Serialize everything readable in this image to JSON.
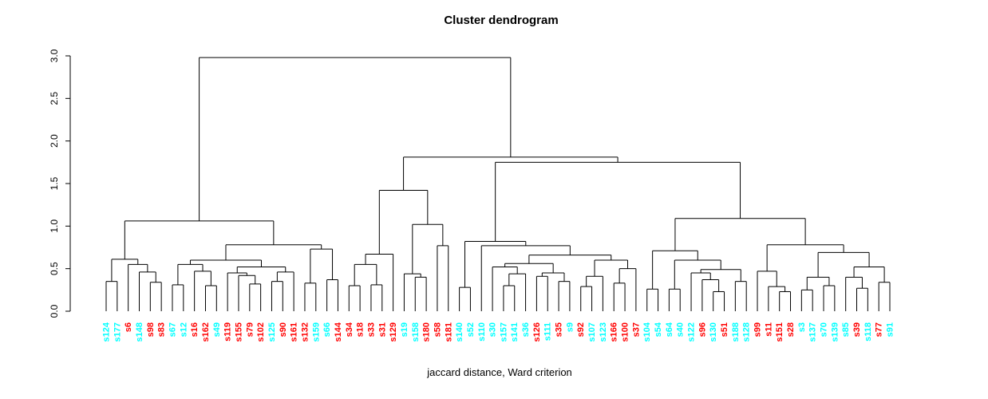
{
  "title": "Cluster dendrogram",
  "xlabel": "jaccard distance, Ward criterion",
  "palette": {
    "red": "#FF0000",
    "cyan": "#00FFFF",
    "line": "#000000",
    "background": "#FFFFFF"
  },
  "chart_data": {
    "type": "dendrogram",
    "title": "Cluster dendrogram",
    "xlabel": "jaccard distance, Ward criterion",
    "y_axis": {
      "min": 0,
      "max": 3,
      "tick_values": [
        0.0,
        0.5,
        1.0,
        1.5,
        2.0,
        2.5,
        3.0
      ],
      "tick_labels": [
        "0.0",
        "0.5",
        "1.0",
        "1.5",
        "2.0",
        "2.5",
        "3.0"
      ],
      "label_rotation_deg": 90
    },
    "root_height": 2.98,
    "leaves": [
      {
        "label": "s124",
        "color": "cyan"
      },
      {
        "label": "s177",
        "color": "cyan"
      },
      {
        "label": "s6",
        "color": "red"
      },
      {
        "label": "s148",
        "color": "cyan"
      },
      {
        "label": "s98",
        "color": "red"
      },
      {
        "label": "s83",
        "color": "red"
      },
      {
        "label": "s67",
        "color": "cyan"
      },
      {
        "label": "s12",
        "color": "cyan"
      },
      {
        "label": "s16",
        "color": "red"
      },
      {
        "label": "s162",
        "color": "red"
      },
      {
        "label": "s49",
        "color": "cyan"
      },
      {
        "label": "s119",
        "color": "red"
      },
      {
        "label": "s155",
        "color": "red"
      },
      {
        "label": "s79",
        "color": "red"
      },
      {
        "label": "s102",
        "color": "red"
      },
      {
        "label": "s125",
        "color": "cyan"
      },
      {
        "label": "s90",
        "color": "red"
      },
      {
        "label": "s161",
        "color": "red"
      },
      {
        "label": "s132",
        "color": "red"
      },
      {
        "label": "s159",
        "color": "cyan"
      },
      {
        "label": "s66",
        "color": "cyan"
      },
      {
        "label": "s144",
        "color": "red"
      },
      {
        "label": "s34",
        "color": "red"
      },
      {
        "label": "s18",
        "color": "red"
      },
      {
        "label": "s33",
        "color": "red"
      },
      {
        "label": "s31",
        "color": "red"
      },
      {
        "label": "s129",
        "color": "red"
      },
      {
        "label": "s19",
        "color": "cyan"
      },
      {
        "label": "s158",
        "color": "cyan"
      },
      {
        "label": "s180",
        "color": "red"
      },
      {
        "label": "s58",
        "color": "red"
      },
      {
        "label": "s181",
        "color": "red"
      },
      {
        "label": "s140",
        "color": "cyan"
      },
      {
        "label": "s52",
        "color": "cyan"
      },
      {
        "label": "s110",
        "color": "cyan"
      },
      {
        "label": "s30",
        "color": "cyan"
      },
      {
        "label": "s157",
        "color": "cyan"
      },
      {
        "label": "s141",
        "color": "cyan"
      },
      {
        "label": "s36",
        "color": "cyan"
      },
      {
        "label": "s126",
        "color": "red"
      },
      {
        "label": "s111",
        "color": "cyan"
      },
      {
        "label": "s35",
        "color": "red"
      },
      {
        "label": "s9",
        "color": "cyan"
      },
      {
        "label": "s92",
        "color": "red"
      },
      {
        "label": "s107",
        "color": "cyan"
      },
      {
        "label": "s123",
        "color": "cyan"
      },
      {
        "label": "s166",
        "color": "red"
      },
      {
        "label": "s100",
        "color": "red"
      },
      {
        "label": "s37",
        "color": "red"
      },
      {
        "label": "s104",
        "color": "cyan"
      },
      {
        "label": "s54",
        "color": "cyan"
      },
      {
        "label": "s64",
        "color": "cyan"
      },
      {
        "label": "s40",
        "color": "cyan"
      },
      {
        "label": "s122",
        "color": "cyan"
      },
      {
        "label": "s96",
        "color": "red"
      },
      {
        "label": "s130",
        "color": "cyan"
      },
      {
        "label": "s51",
        "color": "red"
      },
      {
        "label": "s188",
        "color": "cyan"
      },
      {
        "label": "s128",
        "color": "cyan"
      },
      {
        "label": "s99",
        "color": "red"
      },
      {
        "label": "s11",
        "color": "red"
      },
      {
        "label": "s151",
        "color": "red"
      },
      {
        "label": "s28",
        "color": "red"
      },
      {
        "label": "s3",
        "color": "cyan"
      },
      {
        "label": "s137",
        "color": "cyan"
      },
      {
        "label": "s70",
        "color": "cyan"
      },
      {
        "label": "s139",
        "color": "cyan"
      },
      {
        "label": "s85",
        "color": "cyan"
      },
      {
        "label": "s39",
        "color": "red"
      },
      {
        "label": "s118",
        "color": "cyan"
      },
      {
        "label": "s77",
        "color": "red"
      },
      {
        "label": "s91",
        "color": "cyan"
      }
    ],
    "tree": [
      2.98,
      [
        1.06,
        [
          0.61,
          [
            0.35,
            "s124",
            "s177"
          ],
          [
            0.55,
            "s6",
            [
              0.46,
              "s148",
              [
                0.34,
                "s98",
                "s83"
              ]
            ]
          ]
        ],
        [
          0.78,
          [
            0.6,
            [
              0.55,
              [
                0.31,
                "s67",
                "s12"
              ],
              [
                0.47,
                "s16",
                [
                  0.3,
                  "s162",
                  "s49"
                ]
              ]
            ],
            [
              0.52,
              [
                0.45,
                "s119",
                [
                  0.42,
                  "s155",
                  [
                    0.32,
                    "s79",
                    "s102"
                  ]
                ]
              ],
              [
                0.46,
                [
                  0.35,
                  "s125",
                  "s90"
                ],
                "s161"
              ]
            ]
          ],
          [
            0.73,
            [
              0.33,
              "s132",
              "s159"
            ],
            [
              0.37,
              "s66",
              "s144"
            ]
          ]
        ]
      ],
      [
        1.81,
        [
          1.42,
          [
            0.67,
            [
              0.55,
              [
                0.3,
                "s34",
                "s18"
              ],
              [
                0.31,
                "s33",
                "s31"
              ]
            ],
            "s129"
          ],
          [
            1.02,
            [
              0.44,
              "s19",
              [
                0.4,
                "s158",
                "s180"
              ]
            ],
            [
              0.77,
              "s58",
              "s181"
            ]
          ]
        ],
        [
          1.75,
          [
            0.82,
            [
              0.28,
              "s140",
              "s52"
            ],
            [
              0.77,
              "s110",
              [
                0.66,
                [
                  0.56,
                  [
                    0.52,
                    "s30",
                    [
                      0.44,
                      [
                        0.3,
                        "s157",
                        "s141"
                      ],
                      "s36"
                    ]
                  ],
                  [
                    0.45,
                    [
                      0.41,
                      "s126",
                      "s111"
                    ],
                    [
                      0.35,
                      "s35",
                      "s9"
                    ]
                  ]
                ],
                [
                  0.6,
                  [
                    0.41,
                    [
                      0.29,
                      "s92",
                      "s107"
                    ],
                    "s123"
                  ],
                  [
                    0.5,
                    [
                      0.33,
                      "s166",
                      "s100"
                    ],
                    "s37"
                  ]
                ]
              ]
            ]
          ],
          [
            1.09,
            [
              0.71,
              [
                0.26,
                "s104",
                "s54"
              ],
              [
                0.6,
                [
                  0.26,
                  "s64",
                  "s40"
                ],
                [
                  0.49,
                  [
                    0.45,
                    "s122",
                    [
                      0.37,
                      "s96",
                      [
                        0.23,
                        "s130",
                        "s51"
                      ]
                    ]
                  ],
                  [
                    0.35,
                    "s188",
                    "s128"
                  ]
                ]
              ]
            ],
            [
              0.78,
              [
                0.47,
                "s99",
                [
                  0.29,
                  "s11",
                  [
                    0.23,
                    "s151",
                    "s28"
                  ]
                ]
              ],
              [
                0.69,
                [
                  0.4,
                  [
                    0.25,
                    "s3",
                    "s137"
                  ],
                  [
                    0.3,
                    "s70",
                    "s139"
                  ]
                ],
                [
                  0.52,
                  [
                    0.4,
                    "s85",
                    [
                      0.27,
                      "s39",
                      "s118"
                    ]
                  ],
                  [
                    0.34,
                    "s77",
                    "s91"
                  ]
                ]
              ]
            ]
          ]
        ]
      ]
    ]
  }
}
